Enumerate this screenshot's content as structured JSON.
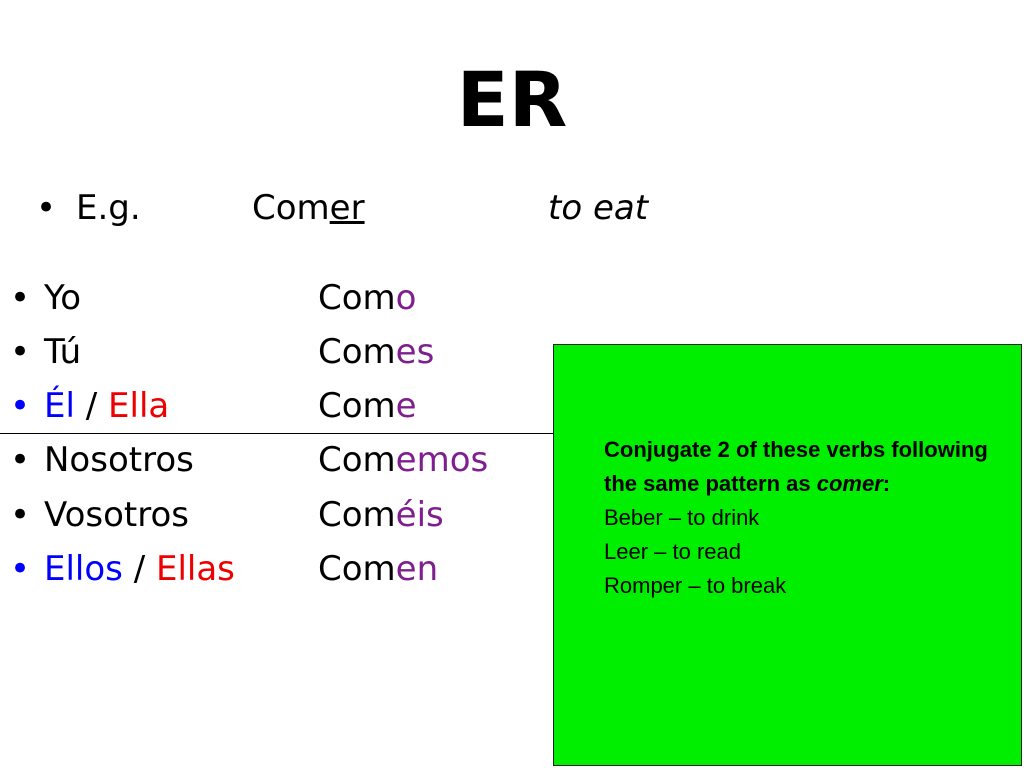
{
  "slide": {
    "title": "ER",
    "example": {
      "bullet": "•",
      "label": "E.g.",
      "verb_stem": "Com",
      "verb_ending": "er",
      "meaning": "to eat"
    },
    "conjugations": [
      {
        "pronoun_a": "Yo",
        "sep": "",
        "pronoun_b": "",
        "stem": "Com",
        "ending": "o"
      },
      {
        "pronoun_a": "Tú",
        "sep": "",
        "pronoun_b": "",
        "stem": "Com",
        "ending": "es"
      },
      {
        "pronoun_a": "Él",
        "sep": " / ",
        "pronoun_b": "Ella",
        "stem": "Com",
        "ending": "e"
      },
      {
        "pronoun_a": "Nosotros",
        "sep": "",
        "pronoun_b": "",
        "stem": "Com",
        "ending": "emos"
      },
      {
        "pronoun_a": "Vosotros",
        "sep": "",
        "pronoun_b": "",
        "stem": "Com",
        "ending": "éis"
      },
      {
        "pronoun_a": "Ellos",
        "sep": " / ",
        "pronoun_b": "Ellas",
        "stem": "Com",
        "ending": "en"
      }
    ],
    "task": {
      "heading_prefix": "Conjugate 2 of these verbs following the same pattern as ",
      "heading_verb": "comer",
      "heading_suffix": ":",
      "lines": [
        "Beber – to drink",
        "Leer – to read",
        "Romper – to break"
      ]
    }
  },
  "colors": {
    "ending": "#7f1f8f",
    "masculine": "#0000ff",
    "feminine": "#ee0000",
    "task_box": "#00ee00"
  }
}
